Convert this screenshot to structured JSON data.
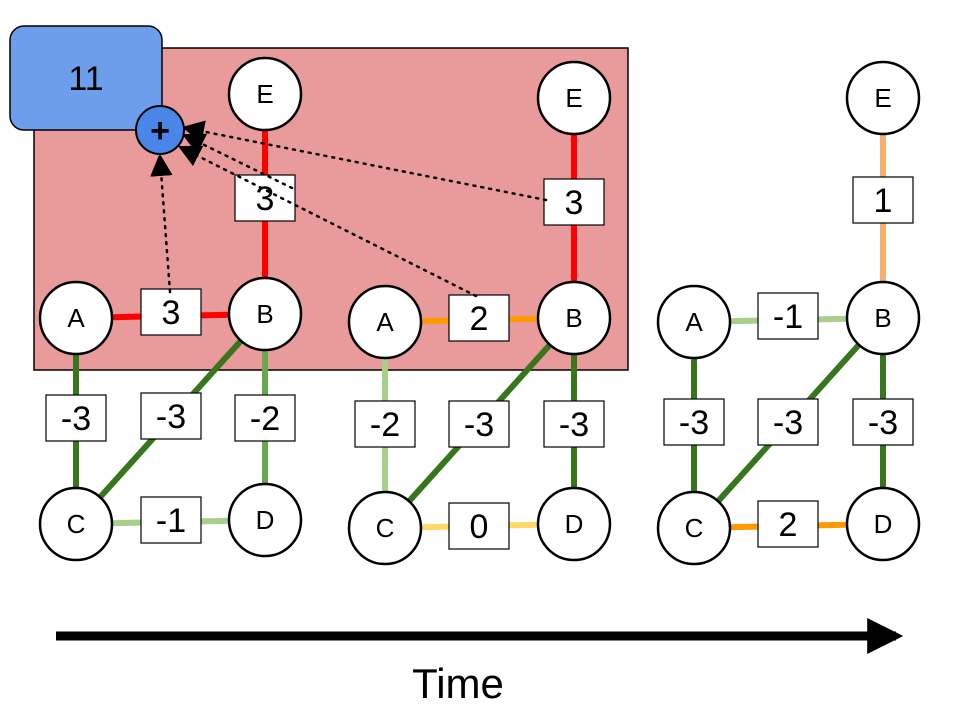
{
  "sum_box": {
    "value": "11",
    "plus_symbol": "+"
  },
  "colors": {
    "highlight_region": "#e99a9a",
    "sum_box_fill": "#6d9eeb",
    "plus_fill": "#4a86e8",
    "red": "#ff0000",
    "orange": "#ff9900",
    "light_orange": "#f6b26b",
    "yellow": "#ffd966",
    "light_green": "#a8d08d",
    "mid_green": "#6aa84f",
    "dark_green": "#38761d"
  },
  "snapshots": [
    {
      "nodes": [
        {
          "id": "E",
          "label": "E"
        },
        {
          "id": "A",
          "label": "A"
        },
        {
          "id": "B",
          "label": "B"
        },
        {
          "id": "C",
          "label": "C"
        },
        {
          "id": "D",
          "label": "D"
        }
      ],
      "edges": [
        {
          "from": "E",
          "to": "B",
          "weight": "3",
          "color": "red"
        },
        {
          "from": "A",
          "to": "B",
          "weight": "3",
          "color": "red"
        },
        {
          "from": "A",
          "to": "C",
          "weight": "-3",
          "color": "dark_green"
        },
        {
          "from": "B",
          "to": "C",
          "weight": "-3",
          "color": "dark_green"
        },
        {
          "from": "B",
          "to": "D",
          "weight": "-2",
          "color": "mid_green"
        },
        {
          "from": "C",
          "to": "D",
          "weight": "-1",
          "color": "light_green"
        }
      ]
    },
    {
      "nodes": [
        {
          "id": "E",
          "label": "E"
        },
        {
          "id": "A",
          "label": "A"
        },
        {
          "id": "B",
          "label": "B"
        },
        {
          "id": "C",
          "label": "C"
        },
        {
          "id": "D",
          "label": "D"
        }
      ],
      "edges": [
        {
          "from": "E",
          "to": "B",
          "weight": "3",
          "color": "red"
        },
        {
          "from": "A",
          "to": "B",
          "weight": "2",
          "color": "orange"
        },
        {
          "from": "A",
          "to": "C",
          "weight": "-2",
          "color": "light_green"
        },
        {
          "from": "B",
          "to": "C",
          "weight": "-3",
          "color": "dark_green"
        },
        {
          "from": "B",
          "to": "D",
          "weight": "-3",
          "color": "dark_green"
        },
        {
          "from": "C",
          "to": "D",
          "weight": "0",
          "color": "yellow"
        }
      ]
    },
    {
      "nodes": [
        {
          "id": "E",
          "label": "E"
        },
        {
          "id": "A",
          "label": "A"
        },
        {
          "id": "B",
          "label": "B"
        },
        {
          "id": "C",
          "label": "C"
        },
        {
          "id": "D",
          "label": "D"
        }
      ],
      "edges": [
        {
          "from": "E",
          "to": "B",
          "weight": "1",
          "color": "light_orange"
        },
        {
          "from": "A",
          "to": "B",
          "weight": "-1",
          "color": "light_green"
        },
        {
          "from": "A",
          "to": "C",
          "weight": "-3",
          "color": "dark_green"
        },
        {
          "from": "B",
          "to": "C",
          "weight": "-3",
          "color": "dark_green"
        },
        {
          "from": "B",
          "to": "D",
          "weight": "-3",
          "color": "dark_green"
        },
        {
          "from": "C",
          "to": "D",
          "weight": "2",
          "color": "orange"
        }
      ]
    }
  ],
  "time_axis": {
    "label": "Time"
  }
}
